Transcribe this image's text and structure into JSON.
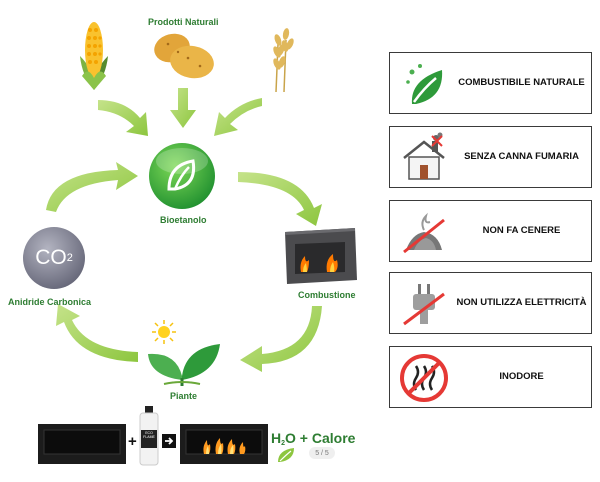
{
  "diagram": {
    "labels": {
      "prodotti": "Prodotti Naturali",
      "bioetanolo": "Bioetanolo",
      "combustione": "Combustione",
      "anidride": "Anidride Carbonica",
      "piante": "Piante",
      "co2_main": "CO",
      "co2_sup": "2"
    },
    "colors": {
      "arrow": "#8dc63f",
      "label": "#2e7d32",
      "co2_circle": "#7c7d8c"
    }
  },
  "bottom": {
    "h": "H",
    "sub2": "2",
    "o": "O",
    "rest": " + Calore",
    "page": "5 / 5",
    "bottle_brand": "ECO FLAME"
  },
  "features": [
    {
      "title": "COMBUSTIBILE NATURALE",
      "icon": "leaf-icon"
    },
    {
      "title": "SENZA CANNA FUMARIA",
      "icon": "house-chimney-icon"
    },
    {
      "title": "NON FA CENERE",
      "icon": "no-ash-icon"
    },
    {
      "title": "NON UTILIZZA ELETTRICITÀ",
      "icon": "no-plug-icon"
    },
    {
      "title": "INODORE",
      "icon": "no-odor-icon"
    }
  ]
}
